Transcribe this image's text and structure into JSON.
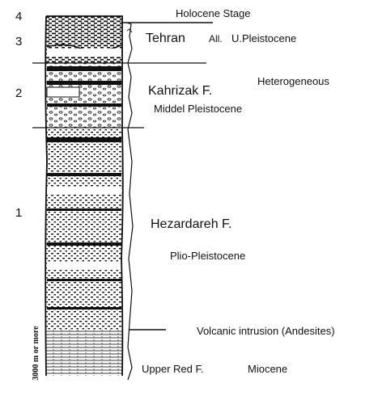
{
  "units": [
    {
      "number": "4",
      "labels": [
        "Holocene Stage"
      ]
    },
    {
      "number": "3",
      "labels": [
        "Tehran",
        "All.",
        "U.Pleistocene"
      ]
    },
    {
      "number": "2",
      "labels": [
        "Kahrizak F.",
        "Heterogeneous",
        "Middel Pleistocene"
      ]
    },
    {
      "number": "1",
      "labels": [
        "Hezardareh F.",
        "Plio-Pleistocene"
      ]
    }
  ],
  "annotations": {
    "intrusion": "Volcanic intrusion (Andesites)",
    "upper_red": "Upper Red F.",
    "miocene": "Miocene"
  },
  "scale_label": "3000 m or more"
}
